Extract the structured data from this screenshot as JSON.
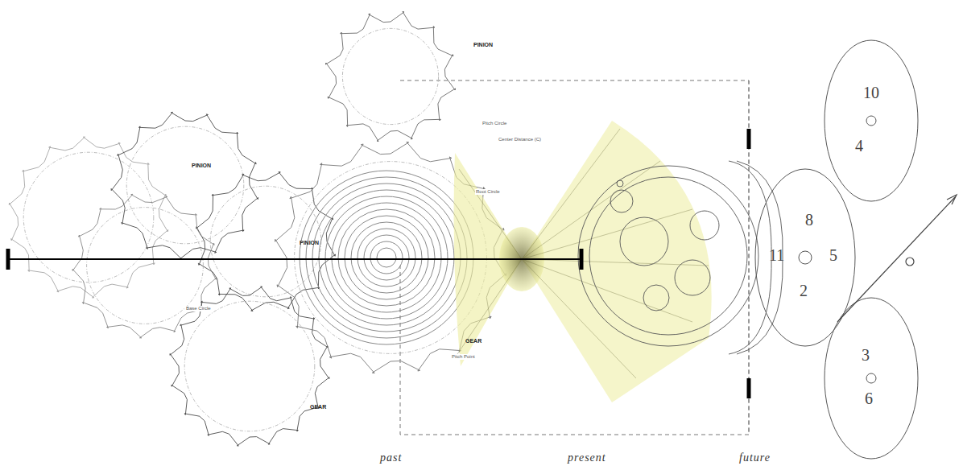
{
  "diagram": {
    "labels": [
      "PINION",
      "PINION",
      "PINION",
      "GEAR",
      "GEAR",
      "Center Distance (C)",
      "Pitch Circle",
      "Base Circle",
      "Root Circle",
      "Pitch Point",
      "10",
      "4",
      "8",
      "11",
      "5",
      "2",
      "3",
      "6",
      "past",
      "present",
      "future"
    ]
  }
}
